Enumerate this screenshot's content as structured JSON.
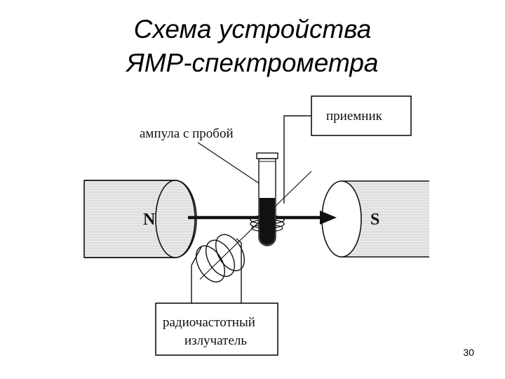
{
  "slide": {
    "title_line1": "Схема устройства",
    "title_line2": "ЯМР-спектрометра",
    "page_number": "30"
  },
  "diagram": {
    "pole_north": "N",
    "pole_south": "S",
    "receiver_label": "приемник",
    "ampoule_label": "ампула с пробой",
    "emitter_label_line1": "радиочастотный",
    "emitter_label_line2": "излучатель"
  },
  "colors": {
    "ink": "#111111",
    "magnet_fill": "#e8e8e8",
    "background": "#ffffff"
  }
}
